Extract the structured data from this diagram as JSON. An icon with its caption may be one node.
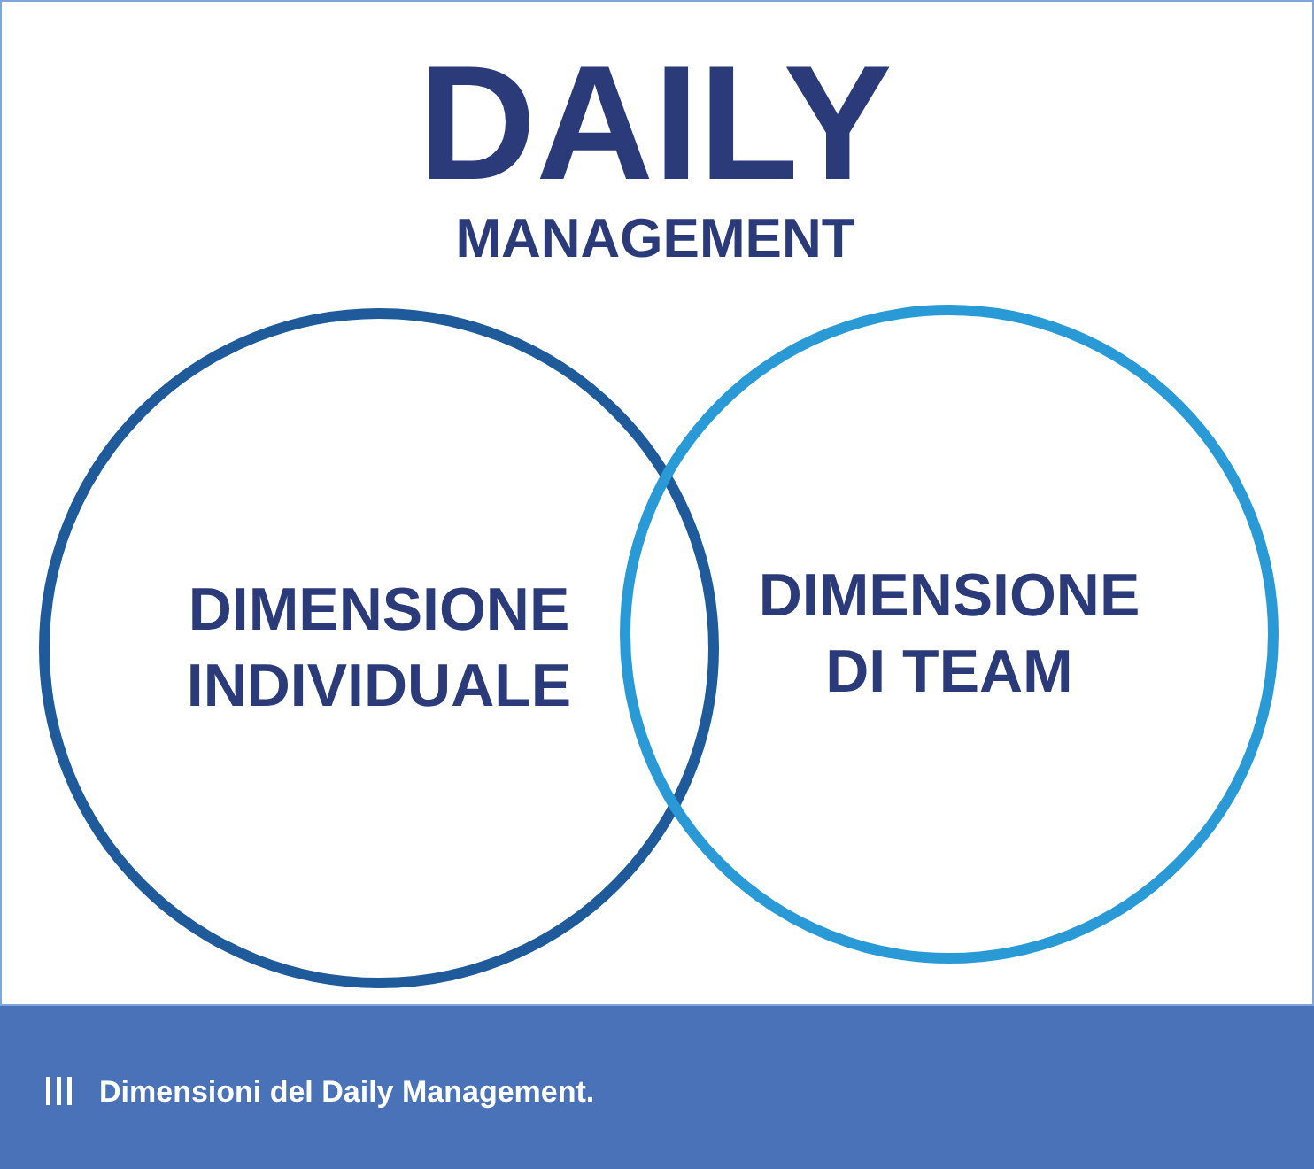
{
  "diagram": {
    "title": "DAILY MANAGEMENT",
    "caption": "Dimensioni del Daily Management.",
    "nodes": [
      {
        "text": [
          "DIMENSIONE INDIVIDUALE"
        ]
      },
      {
        "text": [
          "DIMENSIONE DI TEAM"
        ]
      }
    ],
    "edges": []
  }
}
